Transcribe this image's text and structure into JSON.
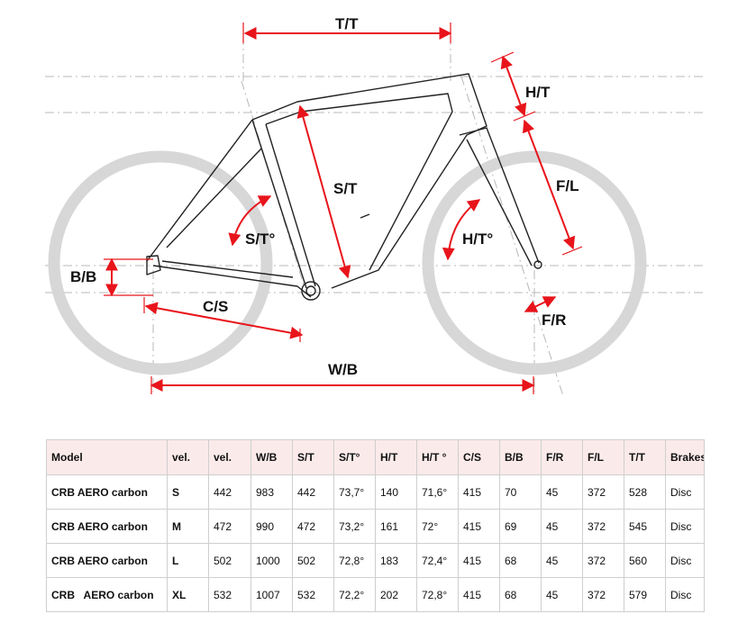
{
  "diagram": {
    "labels": {
      "tt": "T/T",
      "ht": "H/T",
      "st": "S/T",
      "fl": "F/L",
      "bb": "B/B",
      "st_angle": "S/T°",
      "ht_angle": "H/T°",
      "cs": "C/S",
      "fr": "F/R",
      "wb": "W/B"
    },
    "colors": {
      "dimension": "#e8141b",
      "frame": "#222222",
      "wheel": "#d7d7d7",
      "guide": "#b8b8b8"
    }
  },
  "table": {
    "columns": [
      "Model",
      "vel.",
      "vel.",
      "W/B",
      "S/T",
      "S/T°",
      "H/T",
      "H/T °",
      "C/S",
      "B/B",
      "F/R",
      "F/L",
      "T/T",
      "Brakes"
    ],
    "rows": [
      [
        "CRB AERO carbon",
        "S",
        "442",
        "983",
        "442",
        "73,7°",
        "140",
        "71,6°",
        "415",
        "70",
        "45",
        "372",
        "528",
        "Disc"
      ],
      [
        "CRB AERO carbon",
        "M",
        "472",
        "990",
        "472",
        "73,2°",
        "161",
        "72°",
        "415",
        "69",
        "45",
        "372",
        "545",
        "Disc"
      ],
      [
        "CRB AERO carbon",
        "L",
        "502",
        "1000",
        "502",
        "72,8°",
        "183",
        "72,4°",
        "415",
        "68",
        "45",
        "372",
        "560",
        "Disc"
      ],
      [
        "CRB   AERO carbon",
        "XL",
        "532",
        "1007",
        "532",
        "72,2°",
        "202",
        "72,8°",
        "415",
        "68",
        "45",
        "372",
        "579",
        "Disc"
      ]
    ]
  }
}
